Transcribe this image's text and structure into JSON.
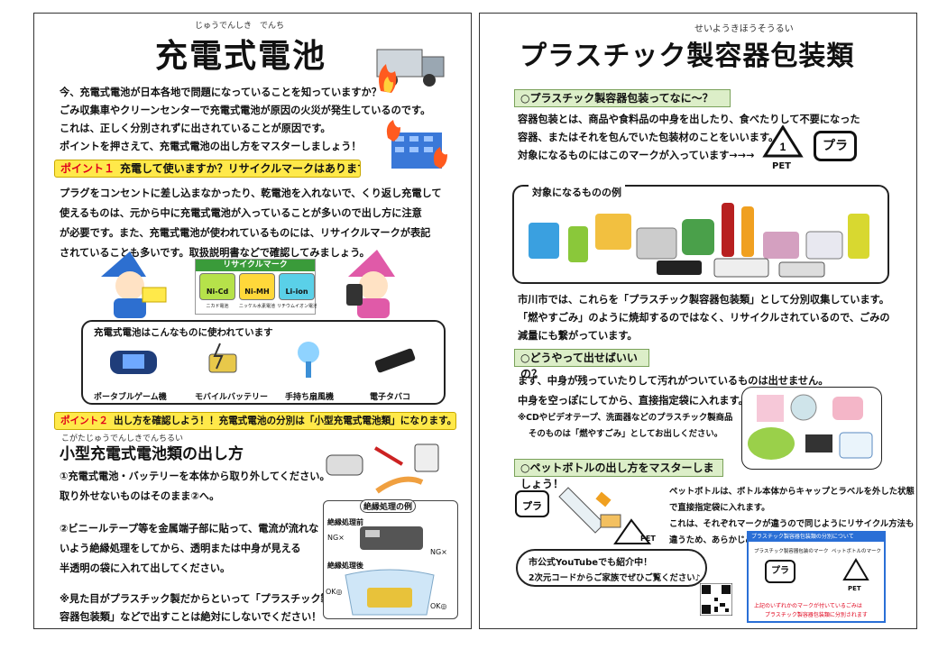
{
  "left": {
    "title": "充電式電池",
    "title_ruby": "じゅうでんしき　でんち",
    "intro": [
      "今、充電式電池が日本各地で問題になっていることを知っていますか？",
      "ごみ収集車やクリーンセンターで充電式電池が原因の火災が発生しているのです。",
      "これは、正しく分別されずに出されていることが原因です。",
      "ポイントを押さえて、充電式電池の出し方をマスターしましょう！"
    ],
    "point1": {
      "label": "ポイント１",
      "text": "充電して使いますか？リサイクルマークはありますか？"
    },
    "point1_body": [
      "プラグをコンセントに差し込まなかったり、乾電池を入れないで、くり返し充電して",
      "使えるものは、元から中に充電式電池が入っていることが多いので出し方に注意",
      "が必要です。また、充電式電池が使われているものには、リサイクルマークが表記",
      "されていることも多いです。取扱説明書などで確認してみましょう。"
    ],
    "recycle": {
      "title": "リサイクルマーク",
      "items": [
        {
          "code": "Ni-Cd",
          "name": "ニカド電池",
          "color": "#b6e24a"
        },
        {
          "code": "Ni-MH",
          "name": "ニッケル水素電池",
          "color": "#ffd83a"
        },
        {
          "code": "Li-ion",
          "name": "リチウムイオン電池",
          "color": "#5ad0e8"
        }
      ]
    },
    "usage": {
      "title": "充電式電池はこんなものに使われています",
      "items": [
        "ポータブルゲーム機",
        "モバイルバッテリー",
        "手持ち扇風機",
        "電子タバコ"
      ]
    },
    "point2": {
      "label": "ポイント２",
      "text": "出し方を確認しよう！！充電式電池の分別は「小型充電式電池類」になります。"
    },
    "heading2": "小型充電式電池類の出し方",
    "heading2_ruby": "こがたじゅうでんしきでんちるい",
    "step1": [
      "①充電式電池・バッテリーを本体から取り外してください。",
      "取り外せないものはそのまま②へ。"
    ],
    "step2": [
      "②ビニールテープ等を金属端子部に貼って、電流が流れな",
      "いよう絶縁処理をしてから、透明または中身が見える",
      "半透明の袋に入れて出してください。"
    ],
    "warning": [
      "※見た目がプラスチック製だからといって「プラスチック製",
      "容器包装類」などで出すことは絶対にしないでください！"
    ],
    "insulation": {
      "title": "絶縁処理の例",
      "before": "絶縁処理前",
      "after": "絶縁処理後",
      "ng": "NG×",
      "ok": "OK◎"
    }
  },
  "right": {
    "title": "プラスチック製容器包装類",
    "title_ruby": "せいようきほうそうるい",
    "q1": "○プラスチック製容器包装ってなに～？",
    "q1_body": [
      "容器包装とは、商品や食料品の中身を出したり、食べたりして不要になった",
      "容器、またはそれを包んでいた包装材のことをいいます。",
      "対象になるものにはこのマークが入っています→→→"
    ],
    "pet_label": "PET",
    "pla_label": "プラ",
    "examples_title": "対象になるものの例",
    "body2": [
      "市川市では、これらを「プラスチック製容器包装類」として分別収集しています。",
      "「燃やすごみ」のように焼却するのではなく、リサイクルされているので、ごみの",
      "減量にも繋がっています。"
    ],
    "q2": "○どうやって出せばいいの？",
    "q2_body": [
      "まず、中身が残っていたりして汚れがついているものは出せません。",
      "中身を空っぽにしてから、直接指定袋に入れます。"
    ],
    "note": [
      "※CDやビデオテープ、洗面器などのプラスチック製商品",
      "そのものは「燃やすごみ」としてお出しください。"
    ],
    "q3": "○ペットボトルの出し方をマスターしましょう！",
    "q3_body": [
      "ペットボトルは、ボトル本体からキャップとラベルを外した状態",
      "で直接指定袋に入れます。",
      "これは、それぞれマークが違うので同じようにリサイクル方法も",
      "違うため、あらかじめ分けてお出しください。"
    ],
    "youtube": [
      "市公式YouTubeでも紹介中！",
      "2次元コードからご家族でぜひご覧ください♪"
    ],
    "infobox": {
      "header": "プラスチック製容器包装類の分別について",
      "col1": "プラスチック製容器包装のマーク",
      "col2": "ペットボトルのマーク",
      "footer": "上記のいずれかのマークが付いているごみは",
      "footer2": "プラスチック製容器包装類に分別されます"
    }
  },
  "colors": {
    "yellow": "#ffe94a",
    "red": "#e0001a",
    "green": "#dceec8",
    "blue": "#2a6fd6"
  }
}
